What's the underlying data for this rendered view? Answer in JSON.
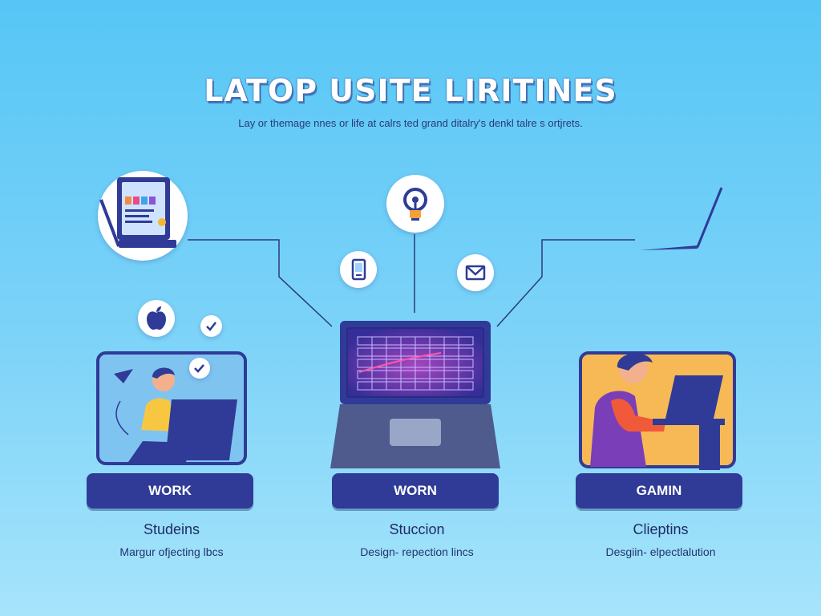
{
  "header": {
    "title": "LATOP USITE LIRITINES",
    "subtitle": "Lay or themage nnes or life at calrs ted grand ditalry's denkl talre s ortjrets."
  },
  "icons": {
    "top_left": "tablet-monitor-icon",
    "center_top": "lightbulb-icon",
    "center_phone": "smartphone-icon",
    "center_mail": "mail-icon",
    "left_apple": "apple-icon",
    "left_check": "check-icon",
    "left_chat": "chat-check-icon",
    "right_laptop": "laptop-outline-icon"
  },
  "cards": [
    {
      "button": "WORK",
      "title": "Studeins",
      "desc": "Margur ofjecting lbcs"
    },
    {
      "button": "WORN",
      "title": "Stuccion",
      "desc": "Design- repection lincs"
    },
    {
      "button": "GAMIN",
      "title": "Clieptins",
      "desc": "Desgiin- elpectlalution"
    }
  ],
  "colors": {
    "navy": "#2f3b97",
    "sky": "#56c6f6",
    "keyboard_glow": "#8a3fd1",
    "orange_panel": "#f7b955"
  }
}
